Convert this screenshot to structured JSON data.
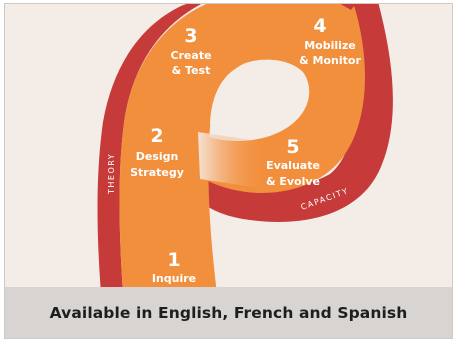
{
  "stages": [
    {
      "number": "1",
      "label_lines": [
        "Inquire"
      ]
    },
    {
      "number": "2",
      "label_lines": [
        "Design",
        "Strategy"
      ]
    },
    {
      "number": "3",
      "label_lines": [
        "Create",
        "& Test"
      ]
    },
    {
      "number": "4",
      "label_lines": [
        "Mobilize",
        "& Monitor"
      ]
    },
    {
      "number": "5",
      "label_lines": [
        "Evaluate",
        "& Evolve"
      ]
    }
  ],
  "rim_labels": {
    "left": "THEORY",
    "bottom": "CAPACITY"
  },
  "caption": "Available in English, French and Spanish",
  "colors": {
    "outer_band": "#c63a3a",
    "inner_band": "#f28f3d",
    "background": "#f3ece7",
    "caption_bar": "#d7d4d1"
  }
}
